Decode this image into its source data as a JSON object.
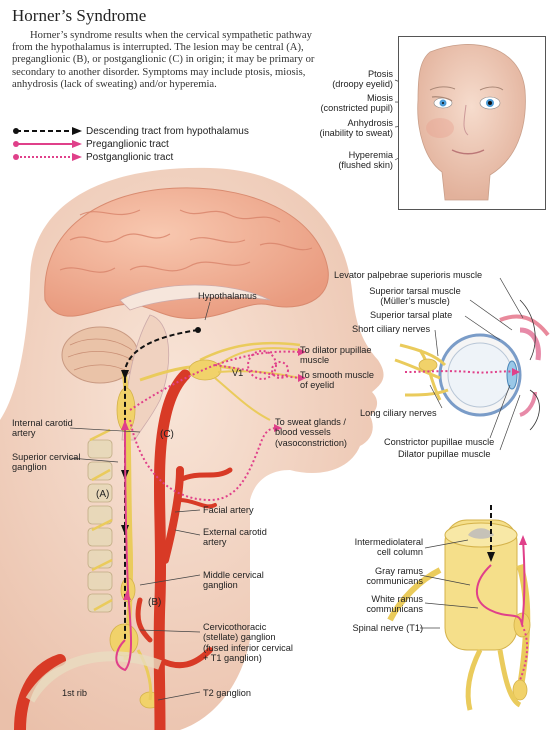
{
  "title": "Horner’s Syndrome",
  "intro": "Horner’s syndrome results when the cervical sympathetic pathway from the hypothalamus is interrupted.  The lesion may be central (A), preganglionic (B), or postganglionic (C) in origin; it may be primary or secondary to another disorder. Symptoms may include ptosis, miosis, anhydrosis (lack of sweating) and/or hyperemia.",
  "legend": [
    {
      "label": "Descending tract from hypothalamus",
      "style": "descending",
      "color": "#111111"
    },
    {
      "label": "Preganglionic tract",
      "style": "preganglionic",
      "color": "#e0408a"
    },
    {
      "label": "Postganglionic tract",
      "style": "postganglionic",
      "color": "#e0408a"
    }
  ],
  "face_labels": {
    "ptosis": [
      "Ptosis",
      "(droopy eyelid)"
    ],
    "miosis": [
      "Miosis",
      "(constricted pupil)"
    ],
    "anhydrosis": [
      "Anhydrosis",
      "(inability to sweat)"
    ],
    "hyperemia": [
      "Hyperemia",
      "(flushed skin)"
    ]
  },
  "head_labels": {
    "hypothalamus": "Hypothalamus",
    "v1": "V1",
    "dilator": [
      "To dilator pupillae",
      "muscle"
    ],
    "smooth": [
      "To smooth muscle",
      "of eyelid"
    ],
    "sweat": [
      "To sweat glands /",
      "blood vessels",
      "(vasoconstriction)"
    ],
    "internal_carotid": [
      "Internal carotid",
      "artery"
    ],
    "c": "(C)",
    "superior_cervical": [
      "Superior cervical",
      "ganglion"
    ],
    "a": "(A)",
    "facial_artery": "Facial artery",
    "external_carotid": [
      "External carotid",
      "artery"
    ],
    "middle_cervical": [
      "Middle cervical",
      "ganglion"
    ],
    "b": "(B)",
    "cervicothoracic": [
      "Cervicothoracic",
      "(stellate) ganglion",
      "(fused inferior cervical",
      "+ T1 ganglion)"
    ],
    "rib": "1st rib",
    "t2": "T2 ganglion"
  },
  "eye_labels": {
    "levator": "Levator palpebrae superioris muscle",
    "superior_tarsal": [
      "Superior tarsal muscle",
      "(Müller’s muscle)"
    ],
    "tarsal_plate": "Superior tarsal plate",
    "short_ciliary": "Short ciliary nerves",
    "long_ciliary": "Long ciliary nerves",
    "constrictor": "Constrictor pupillae muscle",
    "dilator_pupillae": "Dilator pupillae muscle"
  },
  "spine_labels": {
    "intermediolateral": [
      "Intermediolateral",
      "cell column"
    ],
    "gray_ramus": [
      "Gray ramus",
      "communicans"
    ],
    "white_ramus": [
      "White ramus",
      "communicans"
    ],
    "spinal_nerve": "Spinal nerve (T1)"
  },
  "colors": {
    "skin": "#f3d3c0",
    "brain": "#f2b29a",
    "artery": "#d83a26",
    "nerve": "#f1d26a",
    "path": "#e0408a"
  }
}
